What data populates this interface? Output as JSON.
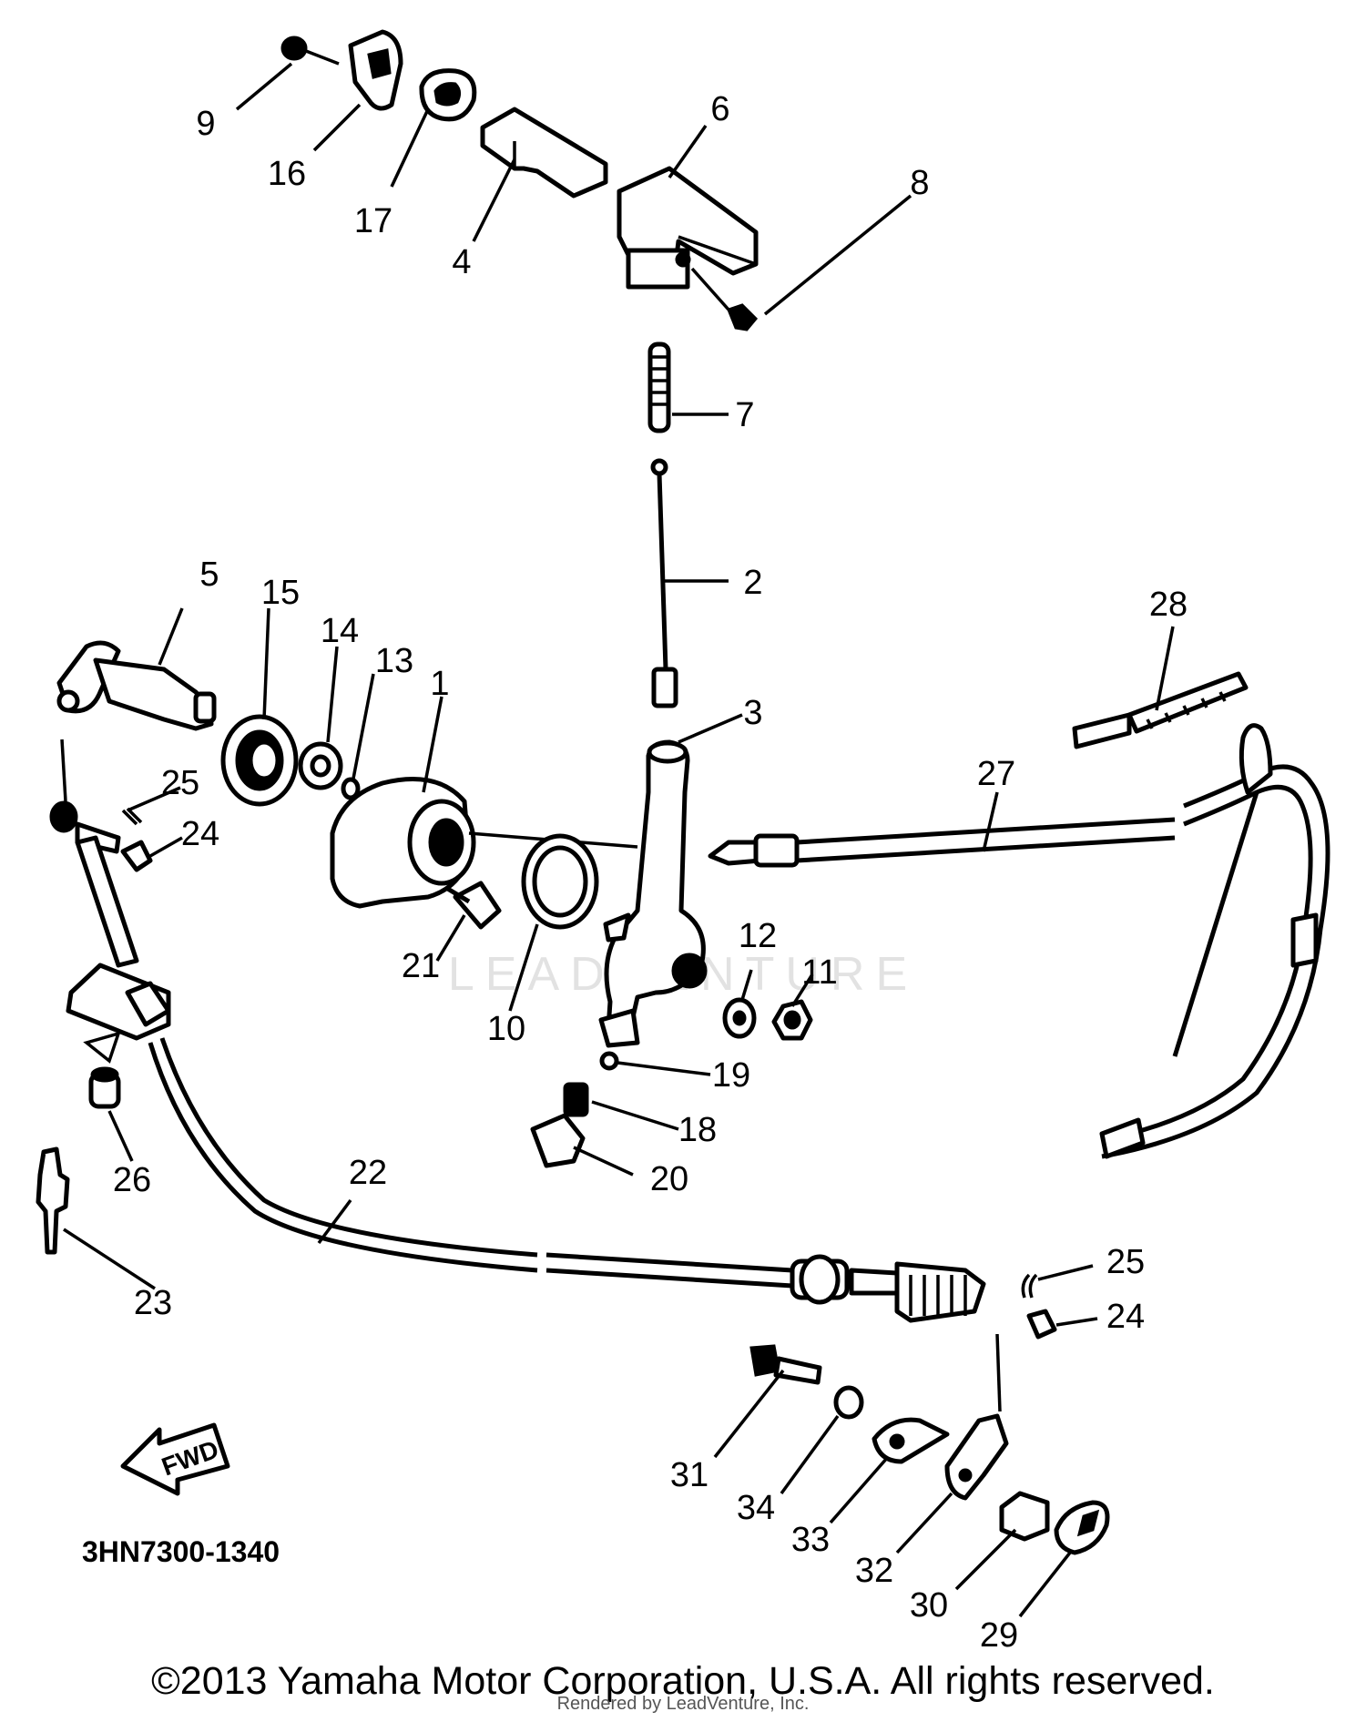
{
  "diagram": {
    "part_number": "3HN7300-1340",
    "fwd_label": "FWD",
    "labels": [
      "1",
      "2",
      "3",
      "4",
      "5",
      "6",
      "7",
      "8",
      "9",
      "10",
      "11",
      "12",
      "13",
      "14",
      "15",
      "16",
      "17",
      "18",
      "19",
      "20",
      "21",
      "22",
      "23",
      "24",
      "24",
      "25",
      "25",
      "26",
      "27",
      "28",
      "29",
      "30",
      "31",
      "32",
      "33",
      "34"
    ]
  },
  "footer": {
    "copyright": "©2013 Yamaha Motor Corporation, U.S.A. All rights reserved.",
    "rendered_by": "Rendered by LeadVenture, Inc.",
    "watermark": "LEADVENTURE"
  }
}
